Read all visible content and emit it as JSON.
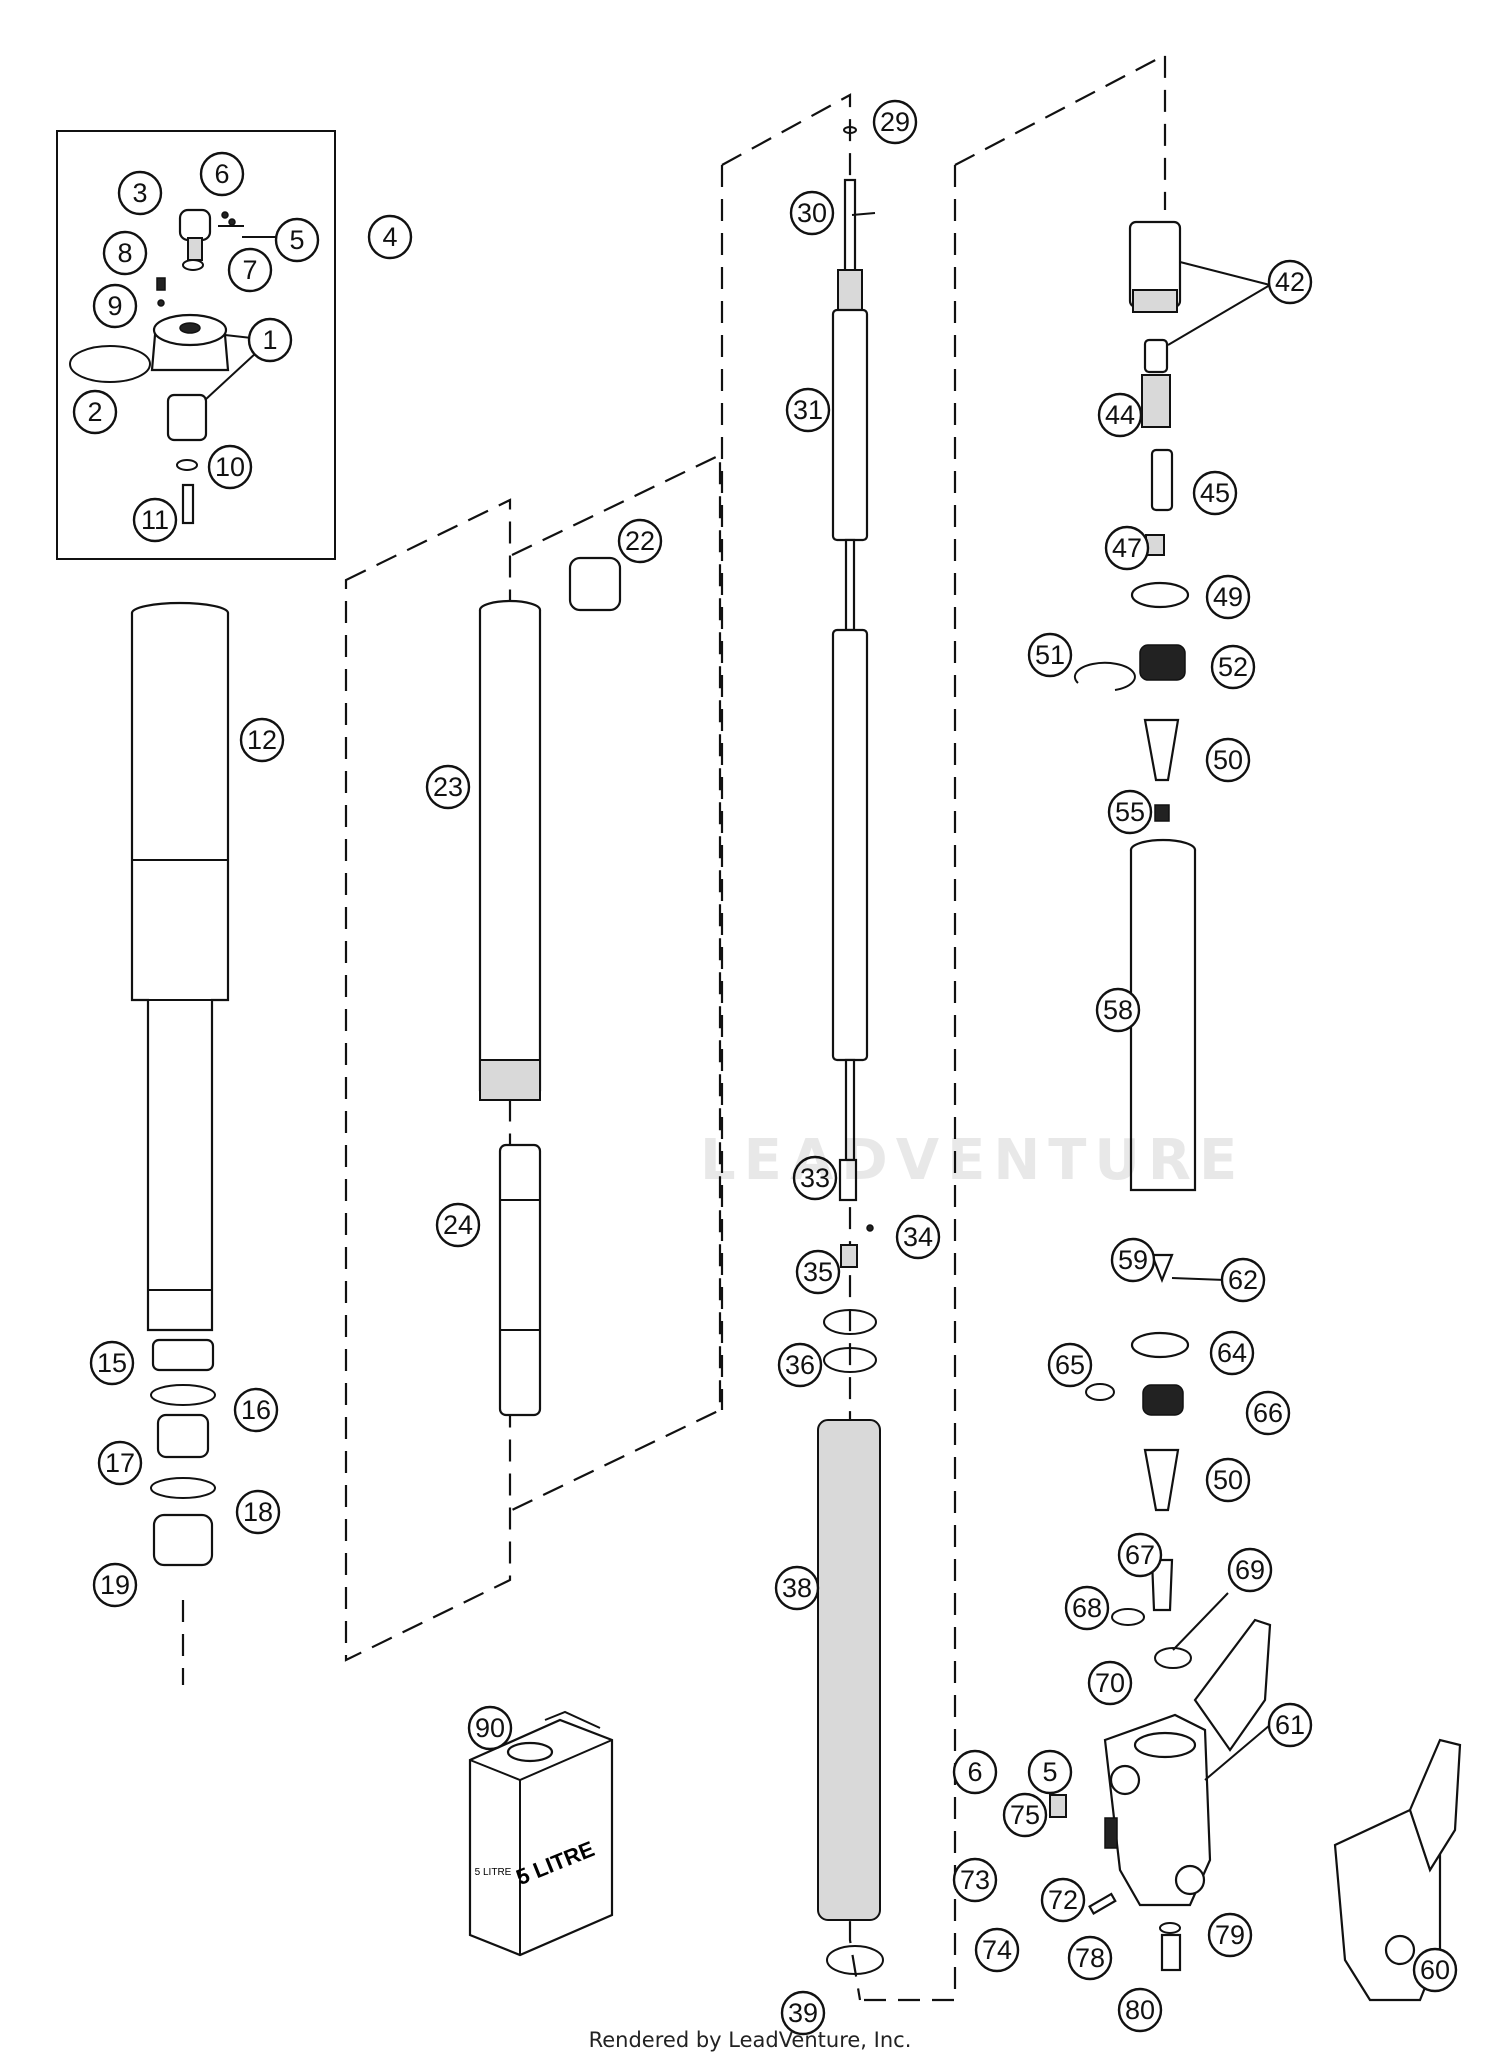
{
  "diagram": {
    "callouts": [
      "1",
      "2",
      "3",
      "4",
      "5",
      "6",
      "7",
      "8",
      "9",
      "10",
      "11",
      "12",
      "15",
      "16",
      "17",
      "18",
      "19",
      "22",
      "23",
      "24",
      "29",
      "30",
      "31",
      "33",
      "34",
      "35",
      "36",
      "38",
      "39",
      "42",
      "44",
      "45",
      "47",
      "49",
      "50",
      "51",
      "52",
      "55",
      "58",
      "59",
      "60",
      "61",
      "62",
      "64",
      "65",
      "66",
      "67",
      "68",
      "69",
      "70",
      "72",
      "73",
      "74",
      "75",
      "78",
      "79",
      "80",
      "90"
    ],
    "can_label": "5 LITRE",
    "can_side_label": "5 LITRE"
  },
  "watermark": "LEADVENTURE",
  "footer": {
    "credit": "Rendered by LeadVenture, Inc."
  }
}
